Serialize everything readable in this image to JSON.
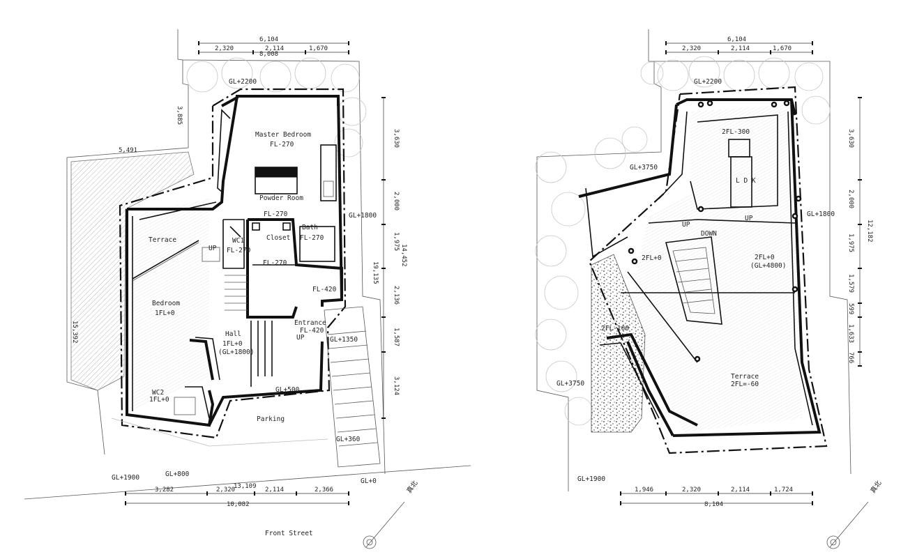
{
  "plan1": {
    "dims_top": {
      "total": "6,104",
      "a": "2,320",
      "b": "2,114",
      "c": "1,670",
      "sub": "8,008"
    },
    "dims_left": {
      "d1": "3,885",
      "d2": "5,491",
      "d3": "15,392"
    },
    "dims_right": {
      "d1": "3,630",
      "d2": "2,000",
      "d3": "1,975",
      "d4": "2,136",
      "d5": "1,587",
      "d6": "3,124",
      "d7": "19,135",
      "d8": "14,452"
    },
    "dims_bottom": {
      "a": "3,282",
      "b": "2,320",
      "c": "2,114",
      "d": "2,366",
      "total": "10,082",
      "sub": "13,109"
    },
    "levels": {
      "gl2200": "GL+2200",
      "gl1800": "GL+1800",
      "gl1350": "GL+1350",
      "gl500": "GL+500",
      "gl360": "GL+360",
      "gl1900": "GL+1900",
      "gl800": "GL+800",
      "gl0": "GL+0"
    },
    "rooms": {
      "master_bedroom": "Master  Bedroom",
      "master_fl": "FL-270",
      "powder_room": "Powder  Room",
      "fl270a": "FL-270",
      "bath": "Bath",
      "bath_fl": "FL-270",
      "wc1": "WC1",
      "wc1_fl": "FL-270",
      "closet": "Closet",
      "closet_fl": "FL-270",
      "terrace": "Terrace",
      "up1": "UP",
      "bedroom": "Bedroom",
      "bedroom_fl": "1FL+0",
      "fl420": "FL-420",
      "entrance": "Entrance",
      "entrance_fl": "FL-420",
      "up2": "UP",
      "hall": "Hall",
      "hall_fl": "1FL+0",
      "hall_gl": "(GL+1800)",
      "wc2": "WC2",
      "wc2_fl": "1FL+0",
      "parking": "Parking"
    },
    "street": "Front Street",
    "north": "真北"
  },
  "plan2": {
    "dims_top": {
      "total": "6,104",
      "a": "2,320",
      "b": "2,114",
      "c": "1,670"
    },
    "dims_right": {
      "d1": "3,630",
      "d2": "2,000",
      "d3": "1,975",
      "d4": "1,579",
      "d5": "599",
      "d6": "1,633",
      "d7": "766",
      "d8": "12,182"
    },
    "dims_bottom": {
      "a": "1,946",
      "b": "2,320",
      "c": "2,114",
      "d": "1,724",
      "total": "8,104"
    },
    "levels": {
      "gl2200": "GL+2200",
      "gl3750a": "GL+3750",
      "gl1800": "GL+1800",
      "gl3750b": "GL+3750",
      "gl1900": "GL+1900"
    },
    "rooms": {
      "fl300": "2FL-300",
      "ldk": "L D K",
      "up1": "UP",
      "up2": "UP",
      "down": "DOWN",
      "fl0a": "2FL+0",
      "fl0b": "2FL+0",
      "fl0b_gl": "(GL+4800)",
      "fl100": "2FL-100",
      "terrace": "Terrace",
      "terrace_fl": "2FL=-60"
    },
    "north": "真北"
  }
}
